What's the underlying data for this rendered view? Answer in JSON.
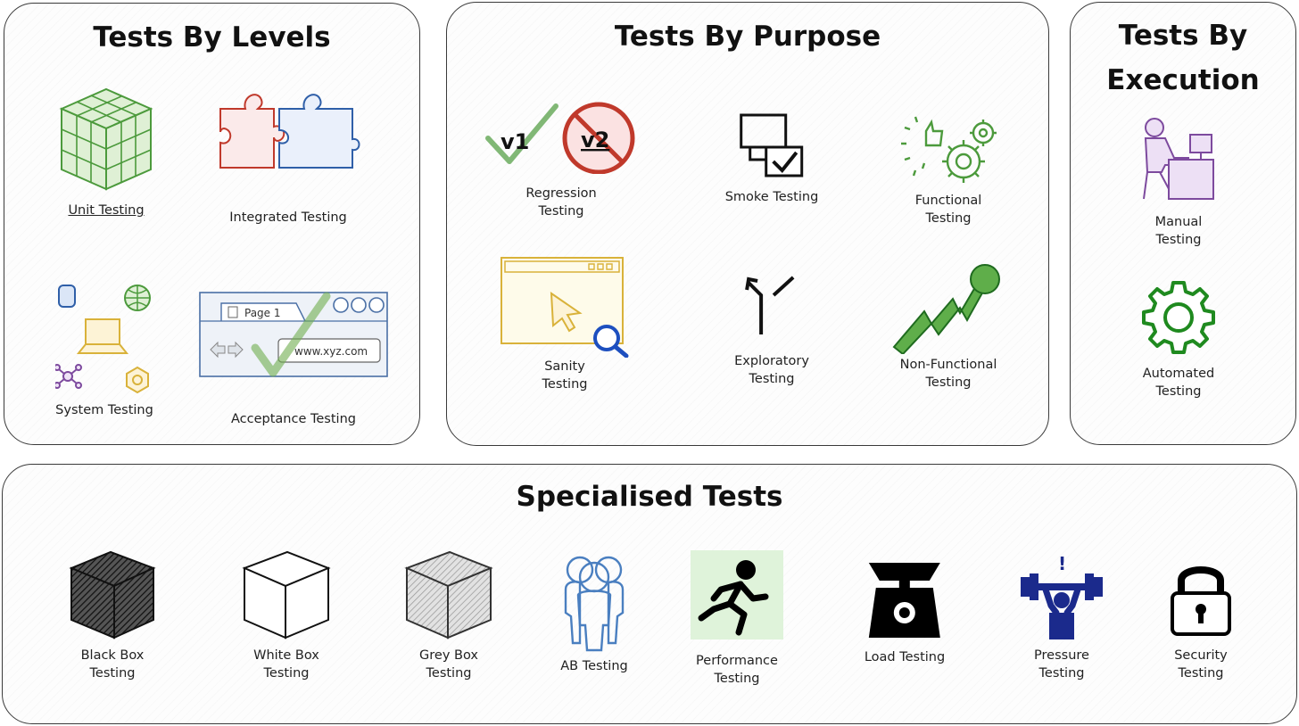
{
  "levels": {
    "title": "Tests By Levels",
    "items": [
      {
        "label": "Unit Testing"
      },
      {
        "label": "Integrated Testing"
      },
      {
        "label": "System Testing"
      },
      {
        "label": "Acceptance Testing"
      }
    ],
    "acceptance_tab": "Page 1",
    "acceptance_url": "www.xyz.com"
  },
  "purpose": {
    "title": "Tests By Purpose",
    "items": [
      {
        "label": "Regression\nTesting"
      },
      {
        "label": "Smoke Testing"
      },
      {
        "label": "Functional Testing"
      },
      {
        "label": "Sanity\nTesting"
      },
      {
        "label": "Exploratory\nTesting"
      },
      {
        "label": "Non-Functional\nTesting"
      }
    ],
    "v1": "v1",
    "v2": "v2"
  },
  "execution": {
    "title": "Tests By\nExecution",
    "items": [
      {
        "label": "Manual\nTesting"
      },
      {
        "label": "Automated\nTesting"
      }
    ]
  },
  "specialised": {
    "title": "Specialised Tests",
    "items": [
      {
        "label": "Black Box\nTesting"
      },
      {
        "label": "White Box\nTesting"
      },
      {
        "label": "Grey Box\nTesting"
      },
      {
        "label": "AB Testing"
      },
      {
        "label": "Performance\nTesting"
      },
      {
        "label": "Load Testing"
      },
      {
        "label": "Pressure\nTesting"
      },
      {
        "label": "Security\nTesting"
      }
    ],
    "pressure_mark": "!"
  },
  "colors": {
    "green": "#4c9a3c",
    "red": "#c0392b",
    "blue": "#2f5fa8",
    "yellow": "#d9b23a",
    "purple": "#7d4a9e",
    "dark_green": "#1f8a1f",
    "navy": "#1b2a8c"
  }
}
